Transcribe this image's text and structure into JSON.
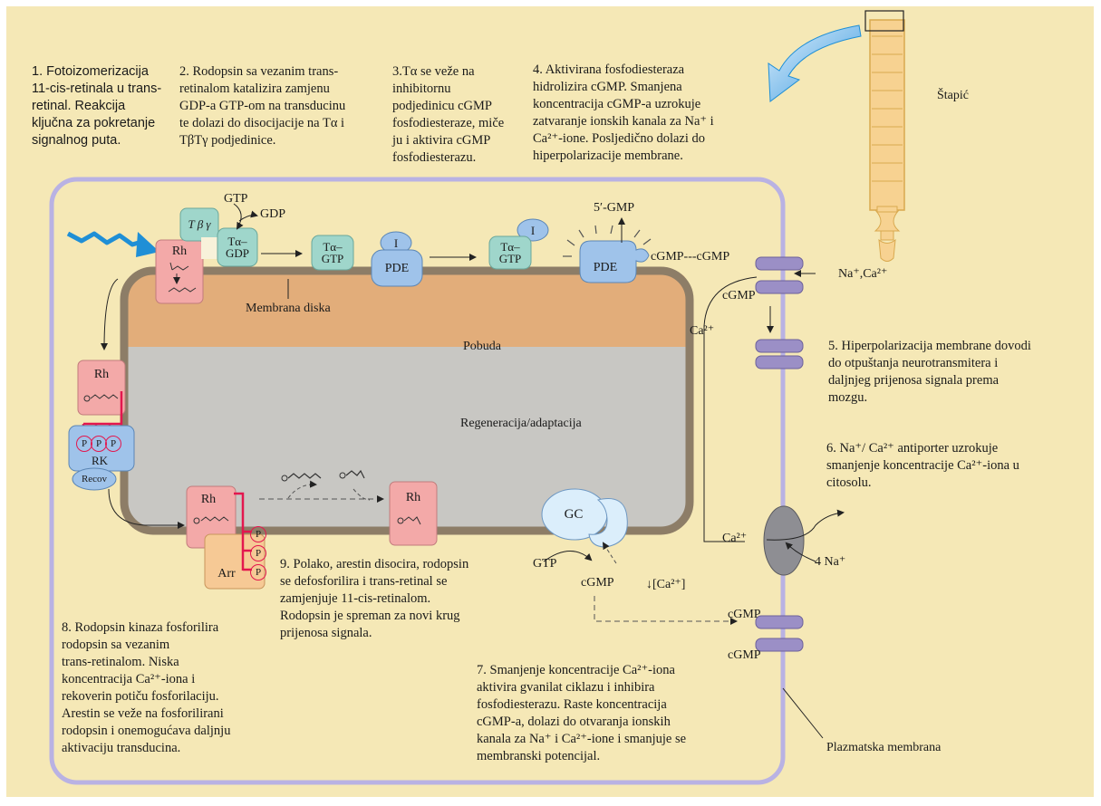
{
  "steps": {
    "s1": "1. Fotoizomerizacija\n11-cis-retinala u trans-\nretinal. Reakcija\nključna za pokretanje\nsignalnog puta.",
    "s2": "2. Rodopsin sa vezanim trans-\nretinalom katalizira zamjenu\nGDP-a GTP-om na transducinu\nte dolazi do disocijacije na Tα i\nTβTγ podjedinice.",
    "s3": "3.Tα se veže na\ninhibitornu\npodjedinicu cGMP\nfosfodiesteraze, miče\nju i aktivira cGMP\nfosfodiesterazu.",
    "s4": "4. Aktivirana fosfodiesteraza\nhidrolizira cGMP. Smanjena\nkoncentracija cGMP-a uzrokuje\nzatvaranje ionskih kanala za Na⁺ i\nCa²⁺-ione. Posljedično dolazi do\nhiperpolarizacije membrane.",
    "s5": "5. Hiperpolarizacija membrane dovodi\ndo otpuštanja neurotransmitera i\ndaljnjeg prijenosa signala prema\nmozgu.",
    "s6": "6. Na⁺/ Ca²⁺ antiporter uzrokuje\nsmanjenje koncentracije Ca²⁺-iona u\ncitosolu.",
    "s7": "7. Smanjenje koncentracije Ca²⁺-iona\naktivira gvanilat ciklazu i inhibira\nfosfodiesterazu. Raste koncentracija\ncGMP-a, dolazi do otvaranja ionskih\nkanala za Na⁺ i Ca²⁺-ione i smanjuje se\nmembranski potencijal.",
    "s8": "8. Rodopsin kinaza fosforilira\nrodopsin sa vezanim\ntrans-retinalom. Niska\nkoncentracija Ca²⁺-iona i\nrekoverin potiču fosforilaciju.\nArestin se veže na fosforilirani\nrodopsin i onemogućava daljnju\naktivaciju transducina.",
    "s9": "9. Polako, arestin disocira, rodopsin\nse defosforilira i trans-retinal se\nzamjenjuje 11-cis-retinalom.\nRodopsin je spreman za novi krug\nprijenosa signala."
  },
  "labels": {
    "stapic": "Štapić",
    "membrana_diska": "Membrana diska",
    "pobuda": "Pobuda",
    "regeneracija": "Regeneracija/adaptacija",
    "plazmatska": "Plazmatska membrana",
    "gtp": "GTP",
    "gdp": "GDP",
    "gmp5": "5′-GMP",
    "cgmp_pair": "cGMP---cGMP",
    "na_ca": "Na⁺,Ca²⁺",
    "cgmp": "cGMP",
    "ca": "Ca²⁺",
    "na4": "4 Na⁺",
    "ca_down": "↓[Ca²⁺]"
  },
  "molecules": {
    "rh": "Rh",
    "t_beta_gamma": "T β γ",
    "t_alpha": "Tα–",
    "pde": "PDE",
    "i": "I",
    "p": "P",
    "rk": "RK",
    "recov": "Recov",
    "arr": "Arr",
    "gc": "GC"
  },
  "colors": {
    "background": "#f5e8b6",
    "cell_border": "#b9b2e3",
    "excitation": "#e2ad7a",
    "regeneration": "#c8c7c3",
    "disc_membrane": "#8d7d67",
    "rhodopsin": "#f3a9a8",
    "transducin": "#9fd6cb",
    "pde": "#9fc3ea",
    "channel": "#9b8fc6",
    "arrestin": "#f6c995",
    "rod": "#f7d291",
    "light": "#1f8fd6"
  }
}
